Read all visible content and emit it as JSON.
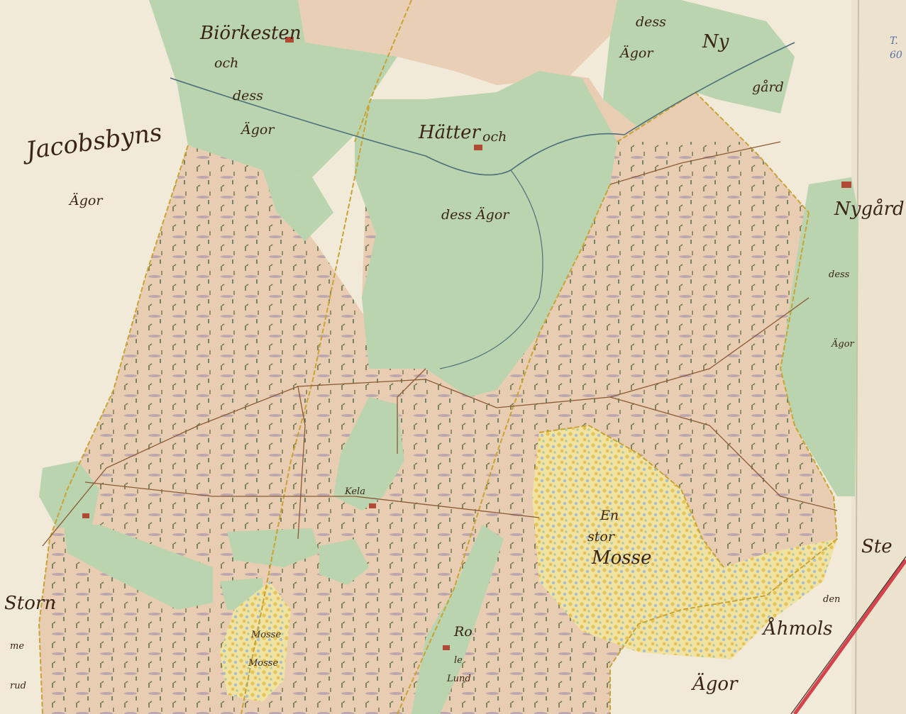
{
  "map": {
    "colors": {
      "paper": "#f2ead9",
      "meadow": "#b9d4ae",
      "forest": "#e8cdb3",
      "bog": "#f0e3a2",
      "border": "#c9a334",
      "stream": "#4f6e7a",
      "red_line": "#d6424c"
    },
    "labels": {
      "jacobsbyns": "Jacobsbyns",
      "jacobsbyns_agor": "Ägor",
      "bjorkesten": "Biörkesten",
      "bjorkesten_sub1": "och",
      "bjorkesten_sub2": "dess",
      "bjorkesten_sub3": "Ägor",
      "hatter": "Hätter",
      "hatter_sub": "och",
      "hatter_agor": "dess Ägor",
      "top_dess": "dess",
      "top_agor": "Ägor",
      "ny": "Ny",
      "gard": "gård",
      "nygard": "Nygård",
      "right_dess": "dess",
      "right_agor": "Ägor",
      "en_stor": "En",
      "stor": "stor",
      "mosse": "Mosse",
      "almols": "Åhmols",
      "bottom_agor": "Ägor",
      "ste": "Ste",
      "den": "den",
      "storn": "Storn",
      "storn_me": "me",
      "storn_rud": "rud",
      "mosse_small": "Mosse",
      "mosse_small2": "Mosse",
      "lund": "Lund",
      "ro": "Ro",
      "le": "le",
      "kela": "Kela",
      "margin_note1": "T.",
      "margin_note2": "60"
    }
  }
}
